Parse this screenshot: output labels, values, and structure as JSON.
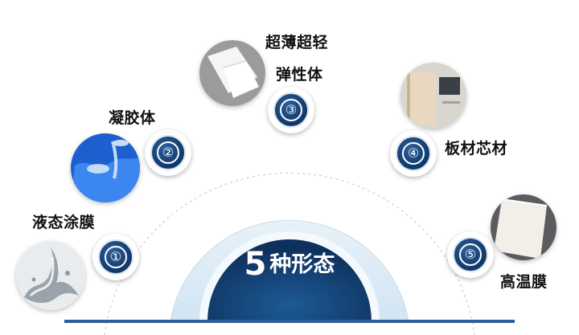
{
  "center": {
    "number": "5",
    "text": "种形态"
  },
  "items": [
    {
      "num": "①",
      "label": "液态涂膜",
      "image_icon": "liquid-splash-icon"
    },
    {
      "num": "②",
      "label": "凝胶体",
      "image_icon": "gel-container-icon"
    },
    {
      "num": "③",
      "label_line1": "超薄超轻",
      "label_line2": "弹性体",
      "image_icon": "elastic-film-icon"
    },
    {
      "num": "④",
      "label": "板材芯材",
      "image_icon": "board-panel-icon"
    },
    {
      "num": "⑤",
      "label": "高温膜",
      "image_icon": "high-temp-film-icon"
    }
  ],
  "colors": {
    "navy": "#123d70",
    "light_ring": "#dbeaf5",
    "accent_blue": "#2a6fd6"
  }
}
